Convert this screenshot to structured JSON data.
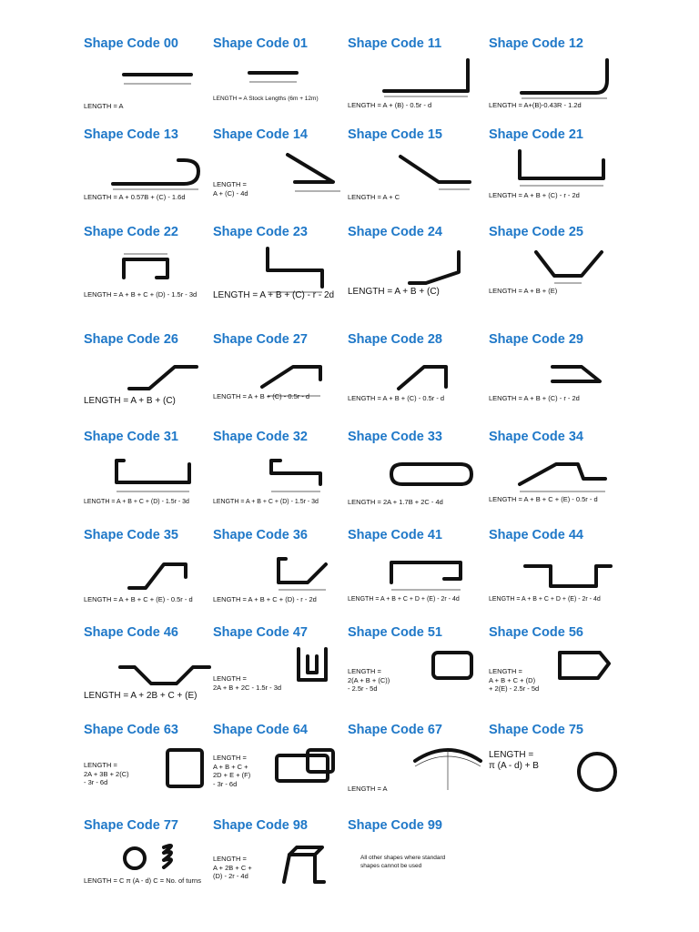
{
  "codes": [
    {
      "title": "Shape Code 00",
      "length": "LENGTH = A"
    },
    {
      "title": "Shape Code 01",
      "length": "LENGTH = A  Stock Lengths (6m + 12m)"
    },
    {
      "title": "Shape Code 11",
      "length": "LENGTH = A + (B) - 0.5r - d"
    },
    {
      "title": "Shape Code 12",
      "length": "LENGTH = A+(B)-0.43R - 1.2d"
    },
    {
      "title": "Shape Code 13",
      "length": "LENGTH = A + 0.57B + (C) - 1.6d"
    },
    {
      "title": "Shape Code 14",
      "length": "LENGTH =\nA + (C) - 4d"
    },
    {
      "title": "Shape Code 15",
      "length": "LENGTH = A + C"
    },
    {
      "title": "Shape Code 21",
      "length": "LENGTH = A + B + (C) - r - 2d"
    },
    {
      "title": "Shape Code 22",
      "length": "LENGTH = A + B + C + (D) - 1.5r - 3d"
    },
    {
      "title": "Shape Code 23",
      "length": "LENGTH = A + B + (C) - r - 2d"
    },
    {
      "title": "Shape Code 24",
      "length": "LENGTH = A + B + (C)"
    },
    {
      "title": "Shape Code 25",
      "length": "LENGTH = A + B + (E)"
    },
    {
      "title": "Shape Code 26",
      "length": "LENGTH = A + B + (C)"
    },
    {
      "title": "Shape Code 27",
      "length": "LENGTH = A + B + (C) - 0.5r - d"
    },
    {
      "title": "Shape Code 28",
      "length": "LENGTH = A + B + (C) - 0.5r - d"
    },
    {
      "title": "Shape Code 29",
      "length": "LENGTH = A + B + (C) - r - 2d"
    },
    {
      "title": "Shape Code 31",
      "length": "LENGTH = A + B + C + (D) - 1.5r - 3d"
    },
    {
      "title": "Shape Code 32",
      "length": "LENGTH = A + B + C + (D) - 1.5r - 3d"
    },
    {
      "title": "Shape Code 33",
      "length": "LENGTH = 2A + 1.7B + 2C - 4d"
    },
    {
      "title": "Shape Code 34",
      "length": "LENGTH = A + B + C + (E) - 0.5r - d"
    },
    {
      "title": "Shape Code 35",
      "length": "LENGTH = A + B + C + (E) - 0.5r - d"
    },
    {
      "title": "Shape Code 36",
      "length": "LENGTH = A + B + C + (D) - r - 2d"
    },
    {
      "title": "Shape Code 41",
      "length": "LENGTH = A + B + C + D + (E) - 2r - 4d"
    },
    {
      "title": "Shape Code 44",
      "length": "LENGTH = A + B + C + D + (E) - 2r - 4d"
    },
    {
      "title": "Shape Code 46",
      "length": "LENGTH = A + 2B + C + (E)"
    },
    {
      "title": "Shape Code 47",
      "length": "LENGTH =\n2A + B + 2C - 1.5r - 3d"
    },
    {
      "title": "Shape Code 51",
      "length": "LENGTH =\n2(A + B + (C))\n- 2.5r - 5d"
    },
    {
      "title": "Shape Code 56",
      "length": "LENGTH =\nA + B + C + (D)\n+ 2(E) - 2.5r - 5d"
    },
    {
      "title": "Shape Code 63",
      "length": "LENGTH =\n2A + 3B + 2(C)\n- 3r - 6d"
    },
    {
      "title": "Shape Code 64",
      "length": "LENGTH =\nA + B + C +\n2D + E + (F)\n- 3r - 6d"
    },
    {
      "title": "Shape Code 67",
      "length": "LENGTH = A"
    },
    {
      "title": "Shape Code 75",
      "length": "LENGTH =\nπ (A - d) + B"
    },
    {
      "title": "Shape Code 77",
      "length": "LENGTH = C π (A - d) C = No. of turns"
    },
    {
      "title": "Shape Code 98",
      "length": "LENGTH =\nA + 2B + C +\n(D) - 2r - 4d"
    },
    {
      "title": "Shape Code 99",
      "length": "All other shapes where standard shapes cannot be used"
    }
  ],
  "colors": {
    "title": "#1f78c8",
    "bar": "#111111"
  }
}
